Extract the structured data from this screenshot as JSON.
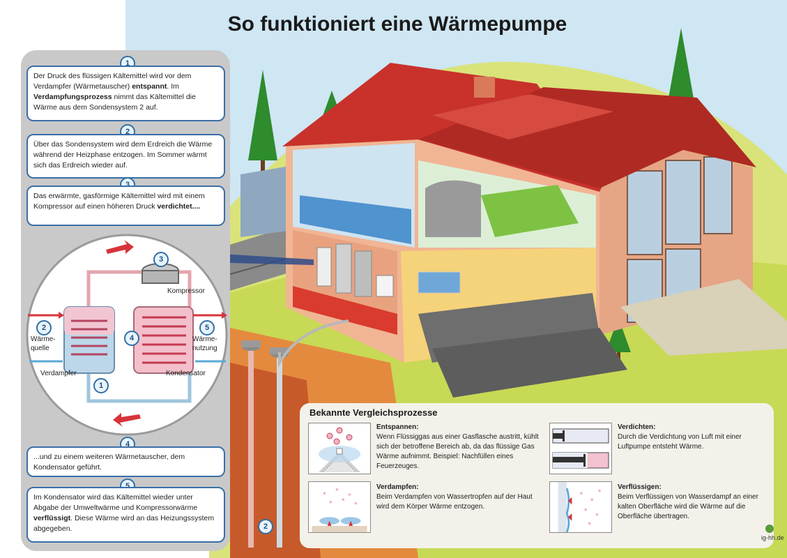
{
  "title": "So funktioniert eine Wärmepumpe",
  "steps": [
    {
      "num": "1",
      "parts": [
        {
          "t": "Der Druck des flüssigen Kältemittel wird vor dem Verdampfer (Wärmetauscher) ",
          "b": false
        },
        {
          "t": "entspannt",
          "b": true
        },
        {
          "t": ". Im ",
          "b": false
        },
        {
          "t": "Verdampfungsprozess",
          "b": true
        },
        {
          "t": " nimmt das Kältemittel die Wärme aus dem Sondensystem 2 auf.",
          "b": false
        }
      ]
    },
    {
      "num": "2",
      "parts": [
        {
          "t": "Über das Sondensystem wird dem Erdreich die Wärme während der Heizphase entzogen. Im Sommer wärmt sich das Erdreich wieder auf.",
          "b": false
        }
      ]
    },
    {
      "num": "3",
      "parts": [
        {
          "t": "Das erwärmte, gasförmige Kältemittel wird mit einem Kompressor auf einen höheren Druck ",
          "b": false
        },
        {
          "t": "verdichtet....",
          "b": true
        }
      ]
    },
    {
      "num": "4",
      "parts": [
        {
          "t": "...und zu einem weiteren Wärmetauscher, dem Kondensator geführt.",
          "b": false
        }
      ]
    },
    {
      "num": "5",
      "parts": [
        {
          "t": "Im Kondensator wird das Kältemittel wieder unter Abgabe der Umweltwärme und Kompressorwärme ",
          "b": false
        },
        {
          "t": "verflüssigt",
          "b": true
        },
        {
          "t": ". Diese Wärme wird an das Heizungssystem abgegeben.",
          "b": false
        }
      ]
    }
  ],
  "circuit": {
    "kompressor": "Kompressor",
    "waermequelle": "Wärme-\nquelle",
    "waermenutzung": "Wärme-\nnutzung",
    "verdampfer": "Verdampfer",
    "kondensator": "Kondensator",
    "badge1": "1",
    "badge2": "2",
    "badge3": "3",
    "badge4": "4",
    "badge5": "5"
  },
  "probe_badge": "2",
  "compare": {
    "title": "Bekannte Vergleichsprozesse",
    "items": [
      {
        "heading": "Entspannen:",
        "text": "Wenn Flüssiggas aus einer Gasflasche austritt, kühlt sich der betroffene Bereich ab, da das flüssige Gas Wärme aufnimmt. Beispiel: Nachfüllen eines Feuerzeuges."
      },
      {
        "heading": "Verdichten:",
        "text": "Durch die Verdichtung von Luft mit einer Luftpumpe entsteht Wärme."
      },
      {
        "heading": "Verdampfen:",
        "text": "Beim Verdampfen von Wassertropfen auf der Haut wird dem Körper Wärme entzogen."
      },
      {
        "heading": "Verflüssigen:",
        "text": "Beim Verflüssigen von Wasserdampf an einer kalten Oberfläche wird die Wärme auf die Oberfläche übertragen."
      }
    ]
  },
  "logo": "ig-hh.de",
  "colors": {
    "sky": "#cfe6f3",
    "grass": "#c9dc5a",
    "roof": "#c8322b",
    "wall": "#e6a585",
    "badge": "#2f6fa6",
    "hot": "#d9384a",
    "cold": "#5aa9d6"
  }
}
